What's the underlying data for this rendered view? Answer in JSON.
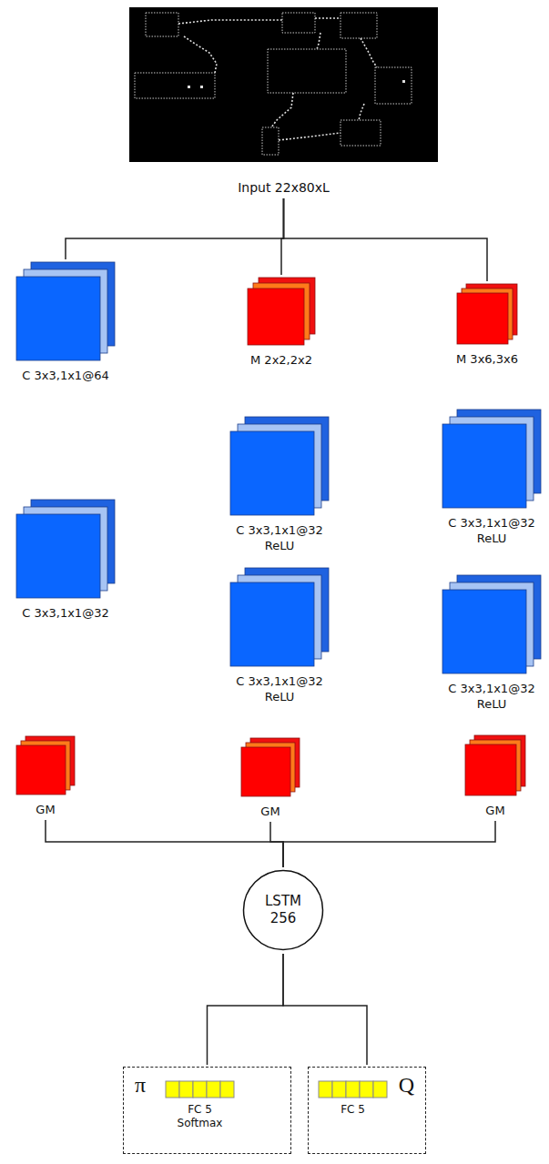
{
  "diagram": {
    "nodes": [
      {
        "text": [
          "Input 22x80xL"
        ]
      },
      {
        "text": [
          "C 3x3,1x1@64"
        ]
      },
      {
        "text": [
          "M 2x2,2x2"
        ]
      },
      {
        "text": [
          "M 3x6,3x6"
        ]
      },
      {
        "text": [
          "C 3x3,1x1@32",
          "ReLU"
        ]
      },
      {
        "text": [
          "C 3x3,1x1@32",
          "ReLU"
        ]
      },
      {
        "text": [
          "C 3x3,1x1@32"
        ]
      },
      {
        "text": [
          "C 3x3,1x1@32",
          "ReLU"
        ]
      },
      {
        "text": [
          "C 3x3,1x1@32",
          "ReLU"
        ]
      },
      {
        "text": [
          "GM"
        ]
      },
      {
        "text": [
          "GM"
        ]
      },
      {
        "text": [
          "GM"
        ]
      },
      {
        "text": [
          "LSTM 256"
        ]
      },
      {
        "text": [
          "π"
        ]
      },
      {
        "text": [
          "FC 5",
          "Softmax"
        ],
        "in": 13
      },
      {
        "text": [
          "Q"
        ]
      },
      {
        "text": [
          "FC 5"
        ],
        "in": 15
      }
    ],
    "edges": [
      {
        "from": 0,
        "to": 1,
        "arrow": "none"
      },
      {
        "from": 0,
        "to": 2,
        "arrow": "none"
      },
      {
        "from": 0,
        "to": 3,
        "arrow": "none"
      },
      {
        "from": 9,
        "to": 12,
        "arrow": "none"
      },
      {
        "from": 10,
        "to": 12,
        "arrow": "none"
      },
      {
        "from": 11,
        "to": 12,
        "arrow": "none"
      },
      {
        "from": 12,
        "to": 13,
        "arrow": "none"
      },
      {
        "from": 12,
        "to": 15,
        "arrow": "none"
      }
    ]
  }
}
